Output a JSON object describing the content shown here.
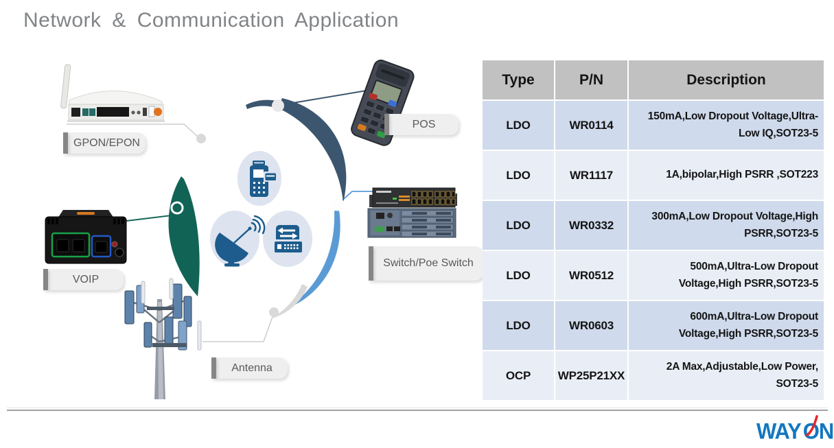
{
  "title": "Network  &  Communication Application",
  "diagram": {
    "labels": {
      "gpon": "GPON/EPON",
      "voip": "VOIP",
      "pos": "POS",
      "switch": "Switch/Poe Switch",
      "antenna": "Antenna"
    },
    "center_icons": [
      "pos-terminal-icon",
      "satellite-dish-icon",
      "network-switch-icon"
    ],
    "colors": {
      "ring_dark_slate": "#3d566f",
      "ring_light_blue": "#5b9bd5",
      "ring_teal": "#116455",
      "ring_gray": "#d9d9d9",
      "icon_blue": "#1d5c8d",
      "icon_circle_bg": "#dde3ef",
      "label_bg": "#efefef",
      "label_bar": "#868686",
      "label_text": "#595959"
    }
  },
  "table": {
    "headers": [
      "Type",
      "P/N",
      "Description"
    ],
    "rows": [
      {
        "type": "LDO",
        "pn": "WR0114",
        "desc": "150mA,Low Dropout Voltage,Ultra-Low IQ,SOT23-5"
      },
      {
        "type": "LDO",
        "pn": "WR1117",
        "desc": "1A,bipolar,High PSRR ,SOT223"
      },
      {
        "type": "LDO",
        "pn": "WR0332",
        "desc": "300mA,Low Dropout Voltage,High PSRR,SOT23-5"
      },
      {
        "type": "LDO",
        "pn": "WR0512",
        "desc": "500mA,Ultra-Low Dropout Voltage,High PSRR,SOT23-5"
      },
      {
        "type": "LDO",
        "pn": "WR0603",
        "desc": "600mA,Ultra-Low Dropout Voltage,High PSRR,SOT23-5"
      },
      {
        "type": "OCP",
        "pn": "WP25P21XX",
        "desc": "2A Max,Adjustable,Low Power, SOT23-5"
      }
    ],
    "header_bg": "#c1c1c1",
    "row_bg_odd": "#cfdaec",
    "row_bg_even": "#e9eef6"
  },
  "footer": {
    "logo_part1": "WAY",
    "logo_part2": "O",
    "logo_part3": "N",
    "logo_color": "#1377be",
    "logo_swoosh_color": "#e5262c"
  }
}
